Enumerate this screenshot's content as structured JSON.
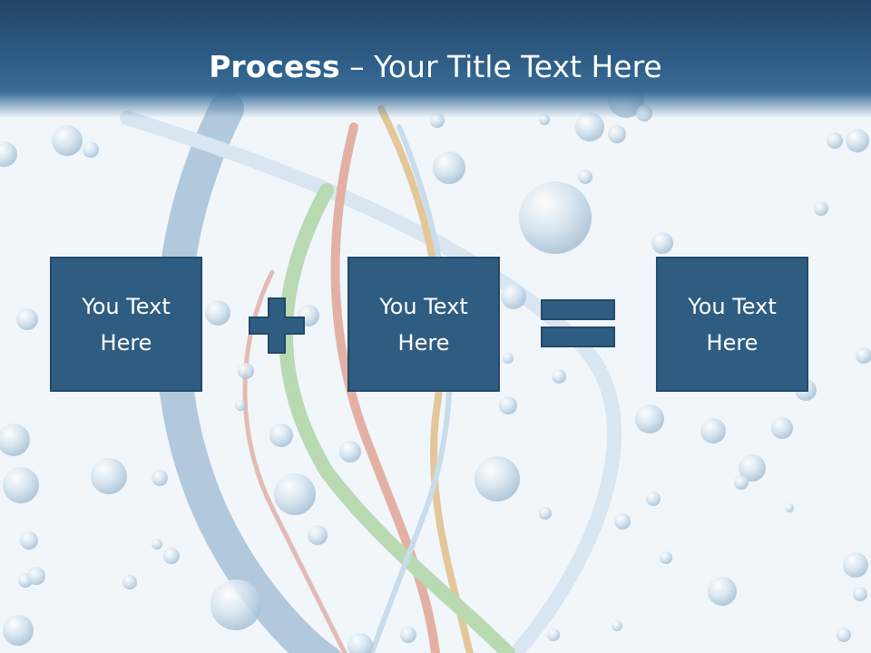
{
  "slide": {
    "title_bold": "Process",
    "title_rest": " – Your Title Text Here"
  },
  "boxes": [
    {
      "text": "You Text Here"
    },
    {
      "text": "You Text Here"
    },
    {
      "text": "You Text Here"
    }
  ],
  "operators": {
    "first": "plus-sign",
    "second": "equals-sign"
  },
  "colors": {
    "header_dark": "#224566",
    "box_fill": "#2f5d82",
    "box_border": "#23496a",
    "background": "#f1f6fb"
  }
}
